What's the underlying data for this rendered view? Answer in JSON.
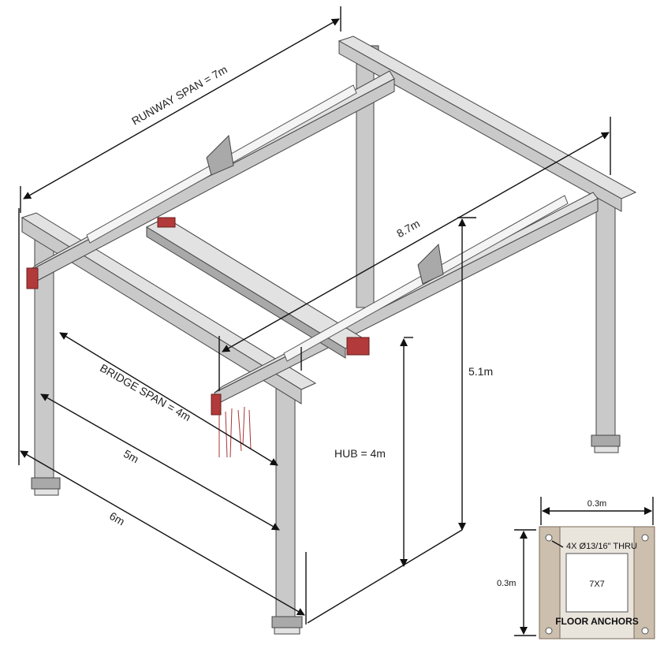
{
  "diagram": {
    "runway_span_label": "RUNWAY SPAN = 7m",
    "length_8_7_label": "8.7m",
    "bridge_span_label": "BRIDGE SPAN = 4m",
    "length_5_label": "5m",
    "length_6_label": "6m",
    "hub_label": "HUB = 4m",
    "height_5_1_label": "5.1m"
  },
  "floor_anchor": {
    "width_label": "0.3m",
    "height_label": "0.3m",
    "hole_label": "4X Ø13/16\" THRU",
    "post_label": "7X7",
    "title": "FLOOR ANCHORS"
  },
  "colors": {
    "steel": "#d0d0d0",
    "brace": "#f4f4f4",
    "accent_red": "#b23a3a",
    "plate": "#cdbfae"
  }
}
